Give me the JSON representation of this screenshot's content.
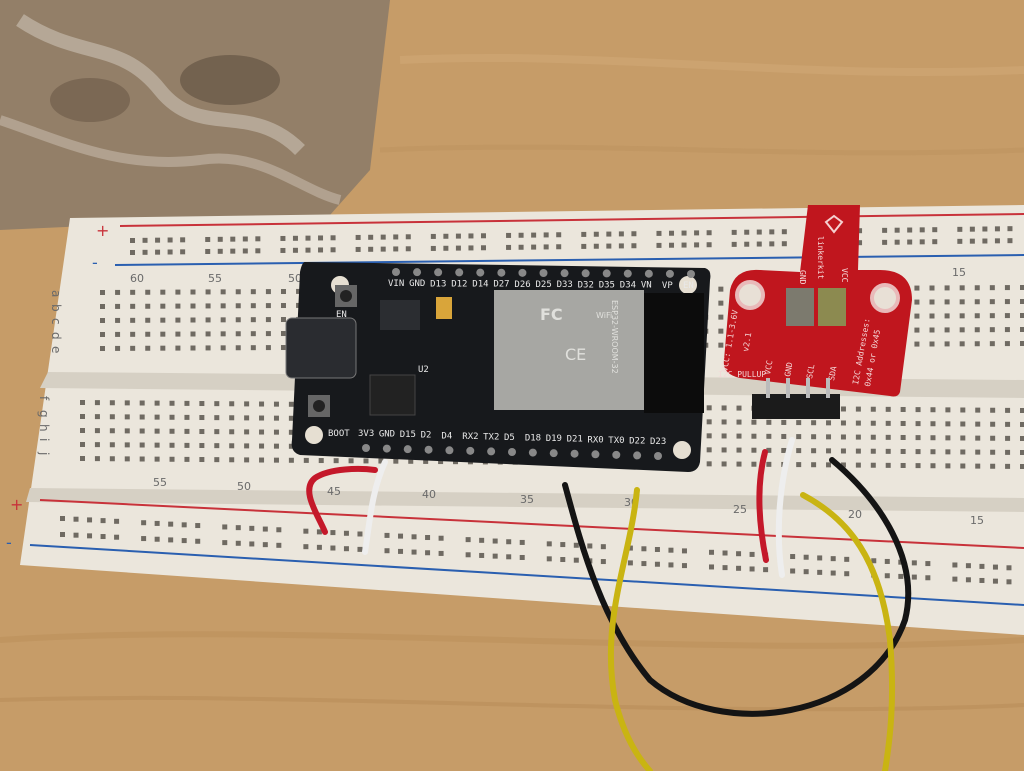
{
  "scene": {
    "description_colors": {
      "wood": "#c69c68",
      "breadboard": "#ebe6dc",
      "rail_red": "#c8323a",
      "rail_blue": "#2a5fb0",
      "esp_board": "#17191c",
      "sensor_pcb": "#c0161e"
    },
    "breadboard": {
      "rail_plus": "+",
      "rail_minus": "-",
      "top_numbers": [
        "60",
        "55",
        "50",
        "15"
      ],
      "bottom_numbers": [
        "55",
        "50",
        "45",
        "40",
        "35",
        "30",
        "25",
        "20",
        "15"
      ],
      "row_letters_top": [
        "a",
        "b",
        "c",
        "d",
        "e"
      ],
      "row_letters_bottom": [
        "f",
        "g",
        "h",
        "i",
        "j"
      ]
    },
    "esp32": {
      "top_pins": [
        "VIN",
        "GND",
        "D13",
        "D12",
        "D14",
        "D27",
        "D26",
        "D25",
        "D33",
        "D32",
        "D35",
        "D34",
        "VN",
        "VP",
        "EN"
      ],
      "bottom_pins": [
        "3V3",
        "GND",
        "D15",
        "D2",
        "D4",
        "RX2",
        "TX2",
        "D5",
        "D18",
        "D19",
        "D21",
        "RX0",
        "TX0",
        "D22",
        "D23"
      ],
      "button_boot": "BOOT",
      "button_en": "EN",
      "u2_label": "U2",
      "module": {
        "name": "ESP32-WROOM-32",
        "fcc": "FC",
        "ce": "CE",
        "wifi": "WiFi"
      }
    },
    "sensor": {
      "brand": "linkerkit",
      "pad_labels": [
        "GND",
        "VCC"
      ],
      "pin_labels": [
        "VCC",
        "GND",
        "SCL",
        "SDA"
      ],
      "vcc_range": "VCC: 1.1-3.6V",
      "version": "v2.1",
      "pullup": "I2C PULLUP",
      "addresses_line1": "I2C Addresses:",
      "addresses_line2": "0x44 or 0x45"
    },
    "wire_colors": {
      "red": "#c4182a",
      "white": "#eeeeee",
      "black": "#141414",
      "yellow": "#c9b412"
    }
  }
}
